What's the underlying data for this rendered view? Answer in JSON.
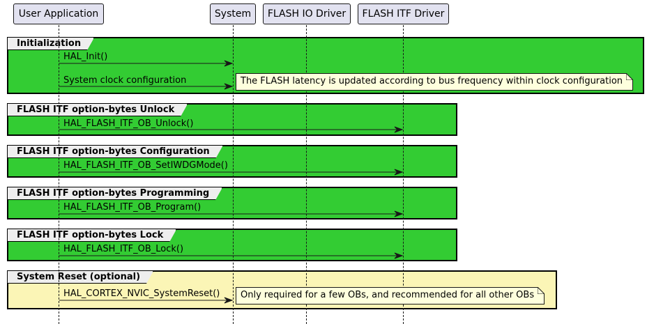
{
  "participants": [
    {
      "label": "User Application"
    },
    {
      "label": "System"
    },
    {
      "label": "FLASH IO Driver"
    },
    {
      "label": "FLASH ITF Driver"
    }
  ],
  "groups": [
    {
      "title": "Initialization",
      "messages": [
        "HAL_Init()",
        "System clock configuration"
      ],
      "note": "The FLASH latency is updated according to bus frequency within clock configuration",
      "color": "#33CC33"
    },
    {
      "title": "FLASH ITF option-bytes Unlock",
      "messages": [
        "HAL_FLASH_ITF_OB_Unlock()"
      ],
      "color": "#33CC33"
    },
    {
      "title": "FLASH ITF option-bytes Configuration",
      "messages": [
        "HAL_FLASH_ITF_OB_SetIWDGMode()"
      ],
      "color": "#33CC33"
    },
    {
      "title": "FLASH ITF option-bytes Programming",
      "messages": [
        "HAL_FLASH_ITF_OB_Program()"
      ],
      "color": "#33CC33"
    },
    {
      "title": "FLASH ITF option-bytes Lock",
      "messages": [
        "HAL_FLASH_ITF_OB_Lock()"
      ],
      "color": "#33CC33"
    },
    {
      "title": "System Reset (optional)",
      "messages": [
        "HAL_CORTEX_NVIC_SystemReset()"
      ],
      "note": "Only required for a few OBs, and recommended for all other OBs",
      "color": "#FBF5B6"
    }
  ]
}
